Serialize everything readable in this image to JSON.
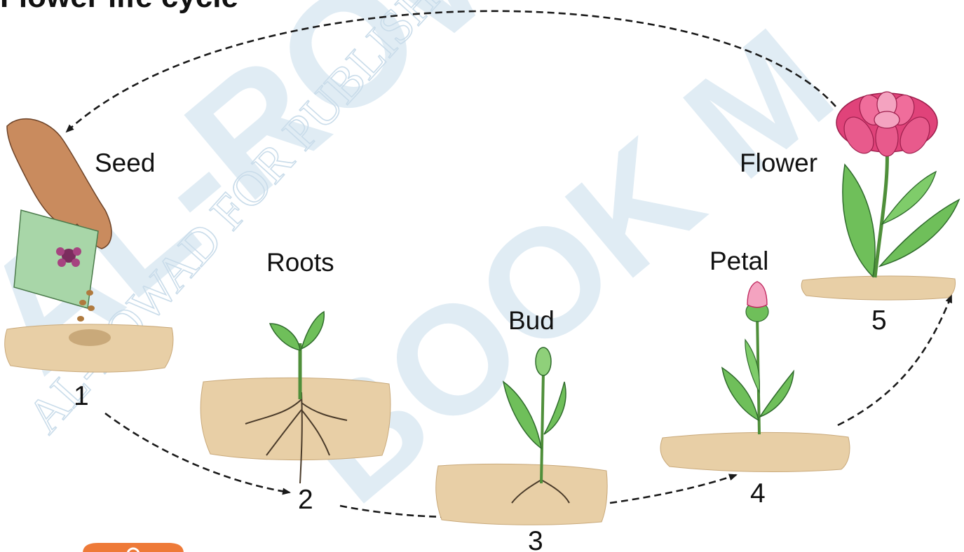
{
  "diagram": {
    "title": "Flower life cycle",
    "stages": [
      {
        "number": "1",
        "label": "Seed"
      },
      {
        "number": "2",
        "label": "Roots"
      },
      {
        "number": "3",
        "label": "Bud"
      },
      {
        "number": "4",
        "label": "Petal"
      },
      {
        "number": "5",
        "label": "Flower"
      }
    ]
  },
  "watermark": {
    "main": "AL-ROWAD",
    "secondary": "BOOK M",
    "serif_text": "AL-ROWAD FOR PUBLISHING"
  },
  "colors": {
    "soil": "#e8cfa6",
    "soil_dark": "#c9a97a",
    "leaf": "#6fbf5a",
    "leaf_dark": "#2f6b2c",
    "petal": "#e0437a",
    "petal_light": "#f4a3c0",
    "arrow": "#1a1a1a",
    "watermark": "#dbe9f3",
    "badge": "#ee7a38"
  }
}
